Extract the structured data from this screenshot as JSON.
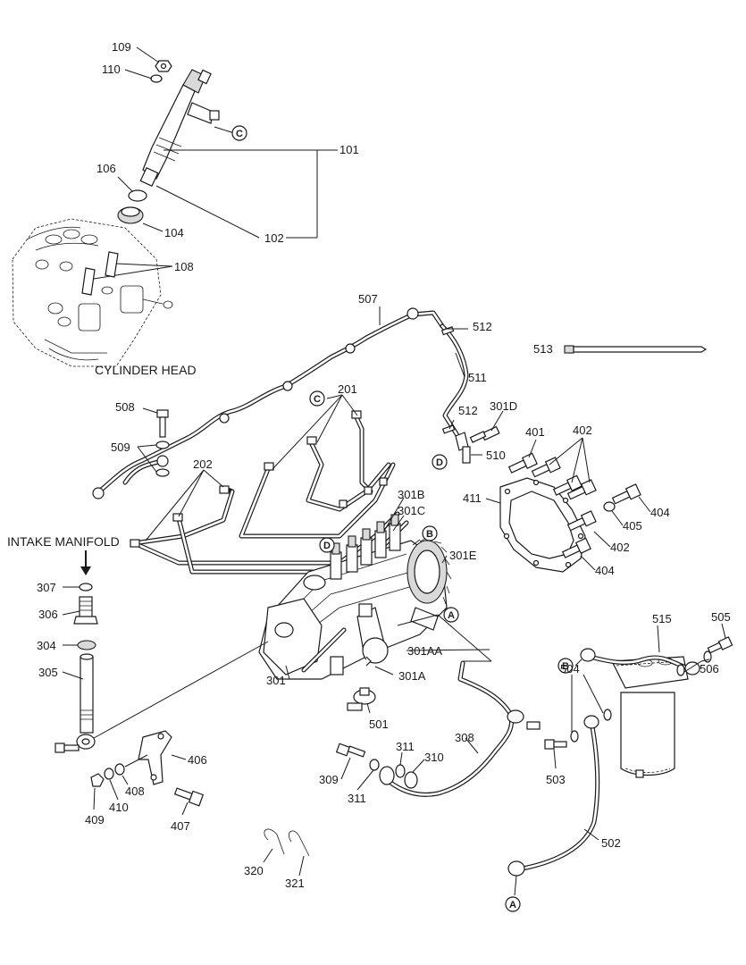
{
  "labels": {
    "cylinder_head": "CYLINDER HEAD",
    "intake_manifold": "INTAKE MANIFOLD"
  },
  "callouts": {
    "p109": "109",
    "p110": "110",
    "p101": "101",
    "p102": "102",
    "p106": "106",
    "p104": "104",
    "p108": "108",
    "p507": "507",
    "p512a": "512",
    "p513": "513",
    "p511": "511",
    "p512b": "512",
    "p301d": "301D",
    "p510": "510",
    "p508": "508",
    "p509": "509",
    "p201": "201",
    "p202": "202",
    "p401": "401",
    "p402a": "402",
    "p411": "411",
    "p404a": "404",
    "p405": "405",
    "p402b": "402",
    "p404b": "404",
    "p301b": "301B",
    "p301c": "301C",
    "p301e": "301E",
    "p301aa": "301AA",
    "p301a": "301A",
    "p301": "301",
    "p501": "501",
    "p307": "307",
    "p306": "306",
    "p304": "304",
    "p305": "305",
    "p406": "406",
    "p408": "408",
    "p409": "409",
    "p410": "410",
    "p407": "407",
    "p308": "308",
    "p309": "309",
    "p311a": "311",
    "p311b": "311",
    "p310": "310",
    "p515": "515",
    "p505": "505",
    "p504": "504",
    "p506": "506",
    "p503": "503",
    "p502": "502",
    "p320": "320",
    "p321": "321"
  },
  "markers": {
    "c_injector": "C",
    "c_pipes": "C",
    "d_top": "D",
    "d_pump": "D",
    "b_pump": "B",
    "a_pump": "A",
    "b_filter": "B",
    "a_bottom": "A"
  }
}
